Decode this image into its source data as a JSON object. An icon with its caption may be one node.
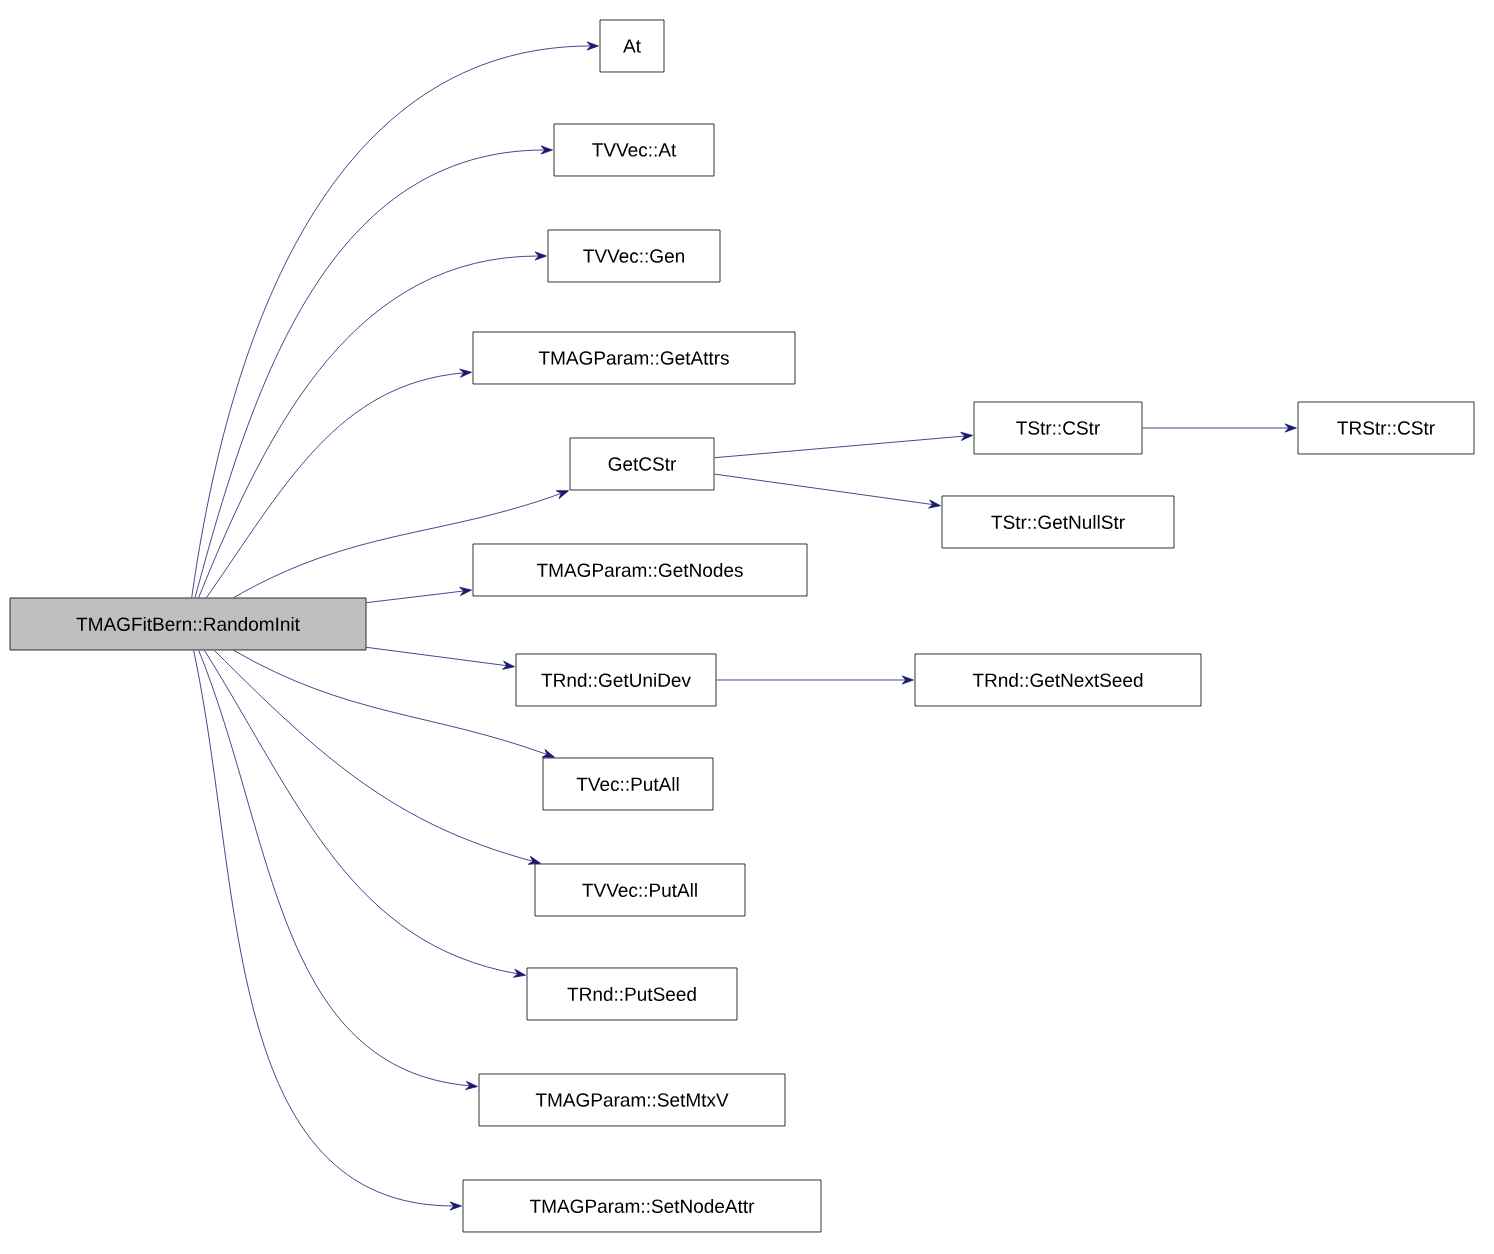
{
  "diagram": {
    "nodes": [
      {
        "text": [
          "TMAGFitBern::RandomInit"
        ]
      },
      {
        "text": [
          "At"
        ]
      },
      {
        "text": [
          "TVVec::At"
        ]
      },
      {
        "text": [
          "TVVec::Gen"
        ]
      },
      {
        "text": [
          "TMAGParam::GetAttrs"
        ]
      },
      {
        "text": [
          "GetCStr"
        ]
      },
      {
        "text": [
          "TMAGParam::GetNodes"
        ]
      },
      {
        "text": [
          "TRnd::GetUniDev"
        ]
      },
      {
        "text": [
          "TVec::PutAll"
        ]
      },
      {
        "text": [
          "TVVec::PutAll"
        ]
      },
      {
        "text": [
          "TRnd::PutSeed"
        ]
      },
      {
        "text": [
          "TMAGParam::SetMtxV"
        ]
      },
      {
        "text": [
          "TMAGParam::SetNodeAttr"
        ]
      },
      {
        "text": [
          "TStr::CStr"
        ]
      },
      {
        "text": [
          "TRStr::CStr"
        ]
      },
      {
        "text": [
          "TStr::GetNullStr"
        ]
      },
      {
        "text": [
          "TRnd::GetNextSeed"
        ]
      }
    ],
    "edges": [
      {
        "from": 0,
        "to": 1,
        "arrow": "to"
      },
      {
        "from": 0,
        "to": 2,
        "arrow": "to"
      },
      {
        "from": 0,
        "to": 3,
        "arrow": "to"
      },
      {
        "from": 0,
        "to": 4,
        "arrow": "to"
      },
      {
        "from": 0,
        "to": 5,
        "arrow": "to"
      },
      {
        "from": 0,
        "to": 6,
        "arrow": "to"
      },
      {
        "from": 0,
        "to": 7,
        "arrow": "to"
      },
      {
        "from": 0,
        "to": 8,
        "arrow": "to"
      },
      {
        "from": 0,
        "to": 9,
        "arrow": "to"
      },
      {
        "from": 0,
        "to": 10,
        "arrow": "to"
      },
      {
        "from": 0,
        "to": 11,
        "arrow": "to"
      },
      {
        "from": 0,
        "to": 12,
        "arrow": "to"
      },
      {
        "from": 5,
        "to": 13,
        "arrow": "to"
      },
      {
        "from": 5,
        "to": 15,
        "arrow": "to"
      },
      {
        "from": 13,
        "to": 14,
        "arrow": "to"
      },
      {
        "from": 7,
        "to": 16,
        "arrow": "to"
      }
    ]
  }
}
